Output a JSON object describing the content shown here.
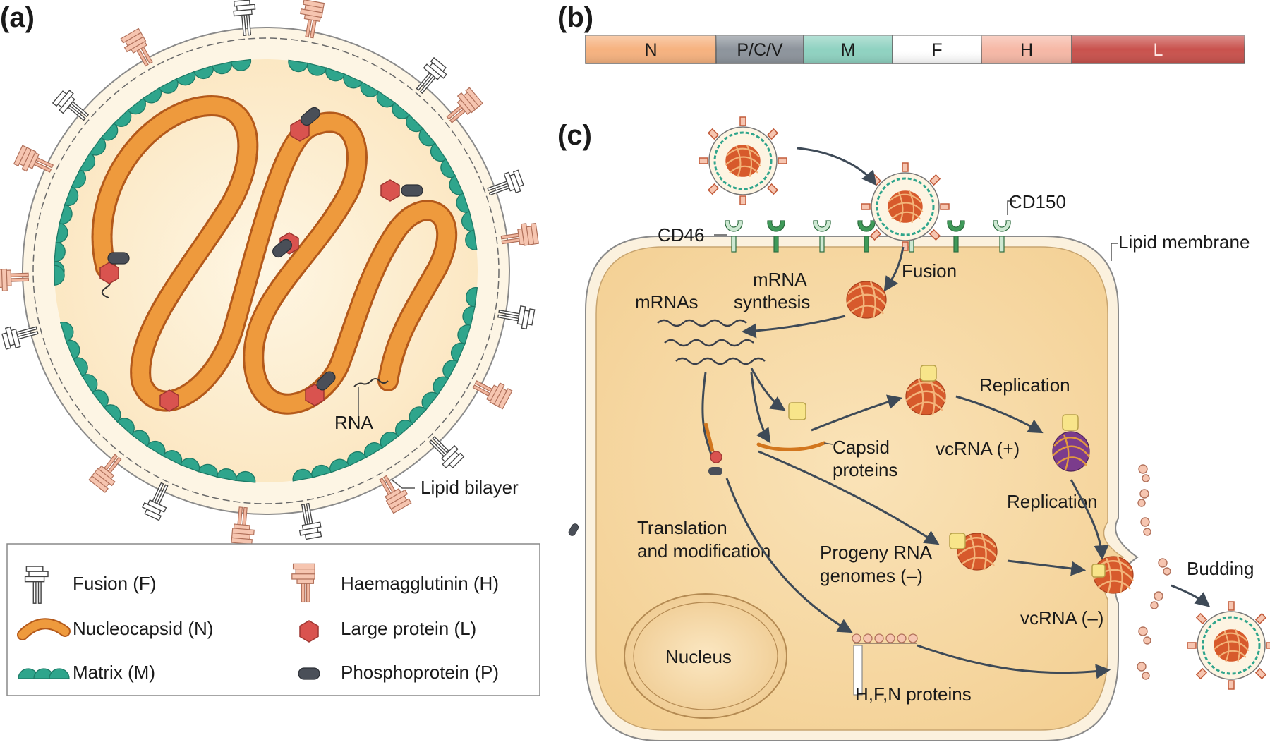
{
  "panels": {
    "a": "(a)",
    "b": "(b)",
    "c": "(c)"
  },
  "virion_labels": {
    "rna": "RNA",
    "lipid_bilayer": "Lipid bilayer"
  },
  "legend": [
    {
      "label": "Fusion (F)",
      "icon": "fusion-protein-icon"
    },
    {
      "label": "Haemagglutinin (H)",
      "icon": "haemagglutinin-icon"
    },
    {
      "label": "Nucleocapsid (N)",
      "icon": "nucleocapsid-icon"
    },
    {
      "label": "Large protein (L)",
      "icon": "large-protein-icon"
    },
    {
      "label": "Matrix (M)",
      "icon": "matrix-icon"
    },
    {
      "label": "Phosphoprotein (P)",
      "icon": "phosphoprotein-icon"
    }
  ],
  "genome": {
    "genes": [
      {
        "label": "N",
        "color": "#f6b27f"
      },
      {
        "label": "P/C/V",
        "color": "#8d949c"
      },
      {
        "label": "M",
        "color": "#8fd2c1"
      },
      {
        "label": "F",
        "color": "#ffffff"
      },
      {
        "label": "H",
        "color": "#f6b8a6"
      },
      {
        "label": "L",
        "color": "#c9524d"
      }
    ]
  },
  "cycle_labels": {
    "cd150": "CD150",
    "cd46": "CD46",
    "lipid_membrane": "Lipid membrane",
    "fusion": "Fusion",
    "mrna_synthesis_1": "mRNA",
    "mrna_synthesis_2": "synthesis",
    "mrnas": "mRNAs",
    "replication_1": "Replication",
    "vcrna_plus": "vcRNA (+)",
    "capsid_1": "Capsid",
    "capsid_2": "proteins",
    "replication_2": "Replication",
    "translation_1": "Translation",
    "translation_2": "and modification",
    "progeny_1": "Progeny RNA",
    "progeny_2": "genomes (–)",
    "budding": "Budding",
    "vcrna_minus": "vcRNA (–)",
    "nucleus": "Nucleus",
    "hfn_proteins": "H,F,N proteins"
  },
  "colors": {
    "nucleocapsid": "#e8862a",
    "matrix": "#2fa58c",
    "large_protein": "#d9534f",
    "phosphoprotein": "#4a4f58",
    "cytoplasm": "#f7d9a6",
    "virion_fill": "#fdf0d5",
    "hemagglutinin": "#f2b8a0",
    "vcrna_plus": "#7b3c8c",
    "capsid_yellow": "#f8e58a",
    "receptor_cd46": "#cde8d2",
    "receptor_cd150": "#3f9a59",
    "arrow": "#3e4a57"
  }
}
